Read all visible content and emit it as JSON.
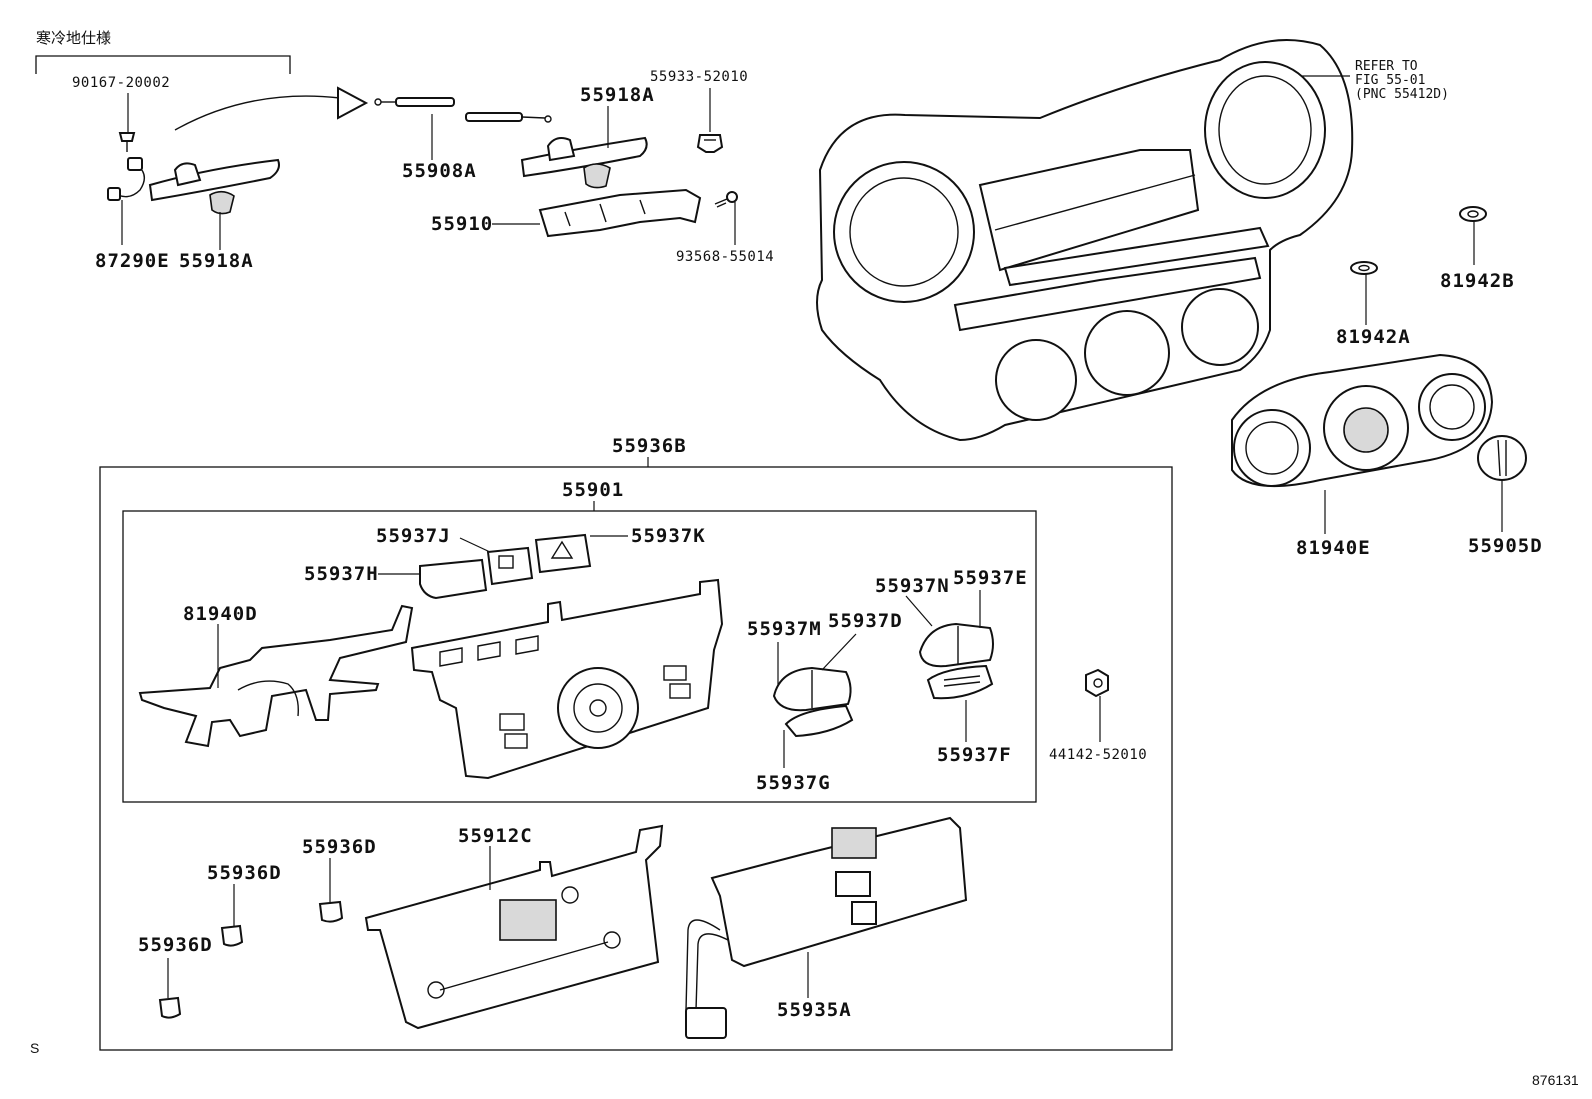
{
  "note_jp": "寒冷地仕様",
  "refer_note": "REFER TO\nFIG 55-01\n(PNC 55412D)",
  "corner_code": "876131",
  "corner_s": "S",
  "parts": {
    "p90167": "90167-20002",
    "p87290E": "87290E",
    "p55918A_left": "55918A",
    "p55908A": "55908A",
    "p55918A_right": "55918A",
    "p55933": "55933-52010",
    "p55910": "55910",
    "p93568": "93568-55014",
    "p81942A": "81942A",
    "p81942B": "81942B",
    "p81940E": "81940E",
    "p55905D": "55905D",
    "p55936B": "55936B",
    "p55901": "55901",
    "p55937J": "55937J",
    "p55937K": "55937K",
    "p55937H": "55937H",
    "p81940D": "81940D",
    "p55937M": "55937M",
    "p55937D": "55937D",
    "p55937N": "55937N",
    "p55937E": "55937E",
    "p55937G": "55937G",
    "p55937F": "55937F",
    "p44142": "44142-52010",
    "p55936D_a": "55936D",
    "p55936D_b": "55936D",
    "p55936D_c": "55936D",
    "p55912C": "55912C",
    "p55935A": "55935A"
  }
}
